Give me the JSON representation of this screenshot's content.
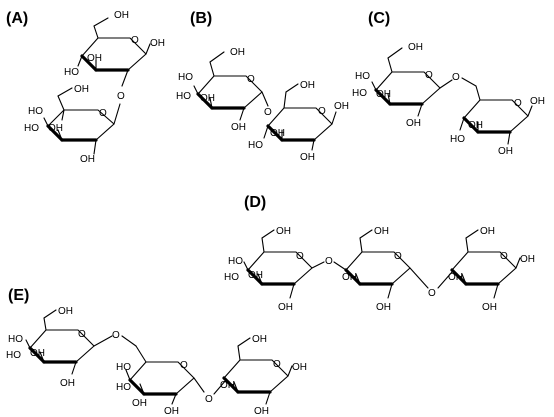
{
  "panels": [
    {
      "id": "A",
      "label": "(A)"
    },
    {
      "id": "B",
      "label": "(B)"
    },
    {
      "id": "C",
      "label": "(C)"
    },
    {
      "id": "D",
      "label": "(D)"
    },
    {
      "id": "E",
      "label": "(E)"
    }
  ],
  "atoms": {
    "oh": "OH",
    "ho": "HO",
    "o": "O"
  }
}
